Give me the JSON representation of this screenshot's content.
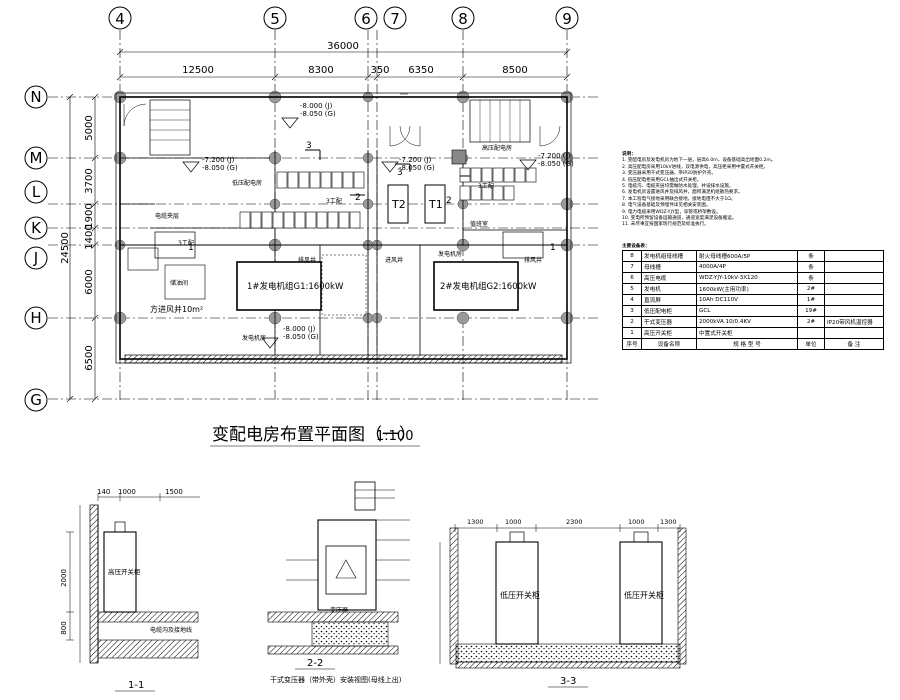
{
  "plan": {
    "title": "变配电房布置平面图（一）",
    "scale": "1:100",
    "axes_x": [
      "4",
      "5",
      "6",
      "7",
      "8",
      "9"
    ],
    "axes_y": [
      "N",
      "M",
      "L",
      "K",
      "J",
      "H",
      "G"
    ],
    "overall_dim": "36000",
    "dims_x": [
      "12500",
      "8300",
      "350",
      "6350",
      "8500"
    ],
    "overall_dim_y": "24500",
    "dims_y": [
      "5000",
      "3700",
      "1900",
      "1400",
      "6000",
      "6500"
    ],
    "elevation_1": "-8.000 (J)",
    "elevation_1b": "-8.050 (G)",
    "elevation_2": "-7.200 (J)",
    "elevation_2b": "-8.050 (G)",
    "room_high_voltage": "高压配电房",
    "room_low_voltage": "低压配电房",
    "room_hv_right": "高压配电房",
    "room_monitor": "值班室",
    "room_storage": "电缆夹层",
    "room_shaft": "排风井",
    "room_vent": "方进风井10m²",
    "room_fuel": "储油间",
    "label_3_top": "3",
    "label_2": "2",
    "label_3_mid": "3",
    "label_2_right": "2",
    "label_1_left": "1",
    "label_1_right": "1",
    "t1": "T1",
    "t2": "T2",
    "bay_a": "3工配",
    "bay_b": "3工配",
    "bay_c": "3工配",
    "gen1": "1#发电机组G1:1600kW",
    "gen2": "2#发电机组G2:1600kW",
    "gen_room_label": "发电机房",
    "gen_room_label2": "发电机房",
    "door_left": "储油间",
    "shaft_a": "排风井",
    "shaft_b": "进风井",
    "elevation_3": "-8.000 (J)",
    "elevation_3b": "-8.050 (G)"
  },
  "notes": {
    "heading": "说明：",
    "items": [
      "1. 变配电房及发电机房为地下一层，层高6.0m，设备基础高出地面0.2m。",
      "2. 高压配电房采用10kV进线，双电源供电，高压柜采用中置式开关柜。",
      "3. 变压器采用干式变压器，带IP20防护外壳。",
      "4. 低压配电柜采用GCL抽出式开关柜。",
      "5. 电缆沟、电缆夹层均需做防水处理，并设排水设施。",
      "6. 发电机房设置进风井及排风井，面积满足机组散热要求。",
      "7. 本工程电气接地采用联合接地，接地电阻不大于1Ω。",
      "8. 电气设备基础及预埋件详见相关安装图。",
      "9. 电力电缆采用WDZ-YJY型，穿管或桥架敷设。",
      "10. 变电所预留设备运输通道，通道宽度满足设备搬运。",
      "11. 未尽事宜按国家现行规范及标准执行。"
    ]
  },
  "equipment": {
    "caption": "主要设备表：",
    "rows": [
      {
        "no": "8",
        "name": "发电机组母线槽",
        "spec": "耐火母线槽600A/5P",
        "unit": "条",
        "note": ""
      },
      {
        "no": "7",
        "name": "母线槽",
        "spec": "4000A/4P",
        "unit": "条",
        "note": ""
      },
      {
        "no": "6",
        "name": "高压电缆",
        "spec": "WDZ-YJY-10kV-3X120",
        "unit": "条",
        "note": ""
      },
      {
        "no": "5",
        "name": "发电机",
        "spec": "1600kW(主用功率)",
        "unit": "2#",
        "note": ""
      },
      {
        "no": "4",
        "name": "直流屏",
        "spec": "10Ah DC110V",
        "unit": "1#",
        "note": ""
      },
      {
        "no": "3",
        "name": "低压配电柜",
        "spec": "GCL",
        "unit": "19#",
        "note": ""
      },
      {
        "no": "2",
        "name": "干式变压器",
        "spec": "2000kVA 10/0.4KV",
        "unit": "2#",
        "note": "IP20带风机温控器"
      },
      {
        "no": "1",
        "name": "高压开关柜",
        "spec": "中置式开关柜",
        "unit": "",
        "note": ""
      }
    ],
    "footer": {
      "no": "序号",
      "name": "设备名称",
      "spec": "规 格 型 号",
      "unit": "单位",
      "note": "备 注"
    }
  },
  "section_1": {
    "title": "1-1",
    "dim_a": "140",
    "dim_b": "1000",
    "dim_c": "1500",
    "dim_h1": "2000",
    "dim_h2": "800",
    "cabinet": "高压开关柜",
    "trench": "电缆沟及接地线"
  },
  "section_2": {
    "title": "2-2",
    "subtitle": "干式变压器（带外壳）安装视图(母线上出)",
    "label": "变压器"
  },
  "section_3": {
    "title": "3-3",
    "dim_a": "1300",
    "dim_b": "1000",
    "dim_c": "2300",
    "dim_d": "1000",
    "dim_e": "1300",
    "cabinet_left": "低压开关柜",
    "cabinet_right": "低压开关柜"
  }
}
